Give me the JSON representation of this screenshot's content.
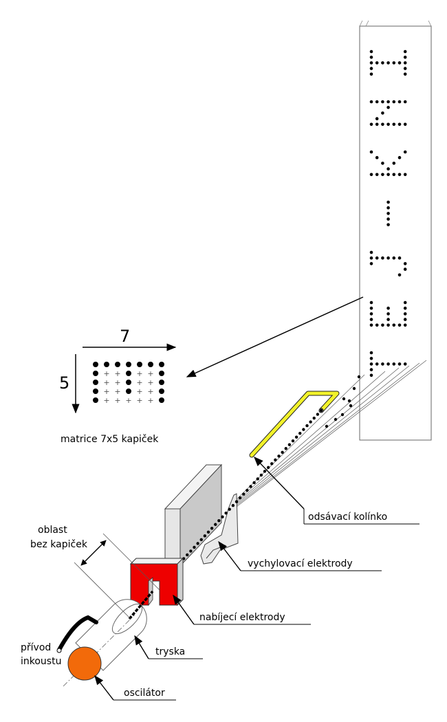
{
  "strip_text": "INK-JET",
  "matrix": {
    "columns_label": "7",
    "rows_label": "5",
    "caption": "matrice 7x5 kapiček",
    "pattern": [
      [
        1,
        1,
        1,
        1,
        1,
        1,
        1
      ],
      [
        1,
        0,
        0,
        1,
        0,
        0,
        1
      ],
      [
        1,
        0,
        0,
        1,
        0,
        0,
        1
      ],
      [
        1,
        0,
        0,
        1,
        0,
        0,
        1
      ],
      [
        1,
        0,
        0,
        0,
        0,
        0,
        1
      ]
    ]
  },
  "labels": {
    "suction": "odsávací kolínko",
    "deflection": "vychylovací elektrody",
    "charging": "nabíjecí elektrody",
    "nozzle": "tryska",
    "oscillator": "oscilátor",
    "ink_supply_1": "přívod",
    "ink_supply_2": "inkoustu",
    "no_drop_zone_1": "oblast",
    "no_drop_zone_2": "bez kapiček"
  },
  "colors": {
    "charging_electrode": "#ee0000",
    "suction_tube": "#f2f22a",
    "oscillator": "#f26a0a",
    "deflection_plate": "#d8d8d8",
    "paper_strip": "#ffffff"
  }
}
